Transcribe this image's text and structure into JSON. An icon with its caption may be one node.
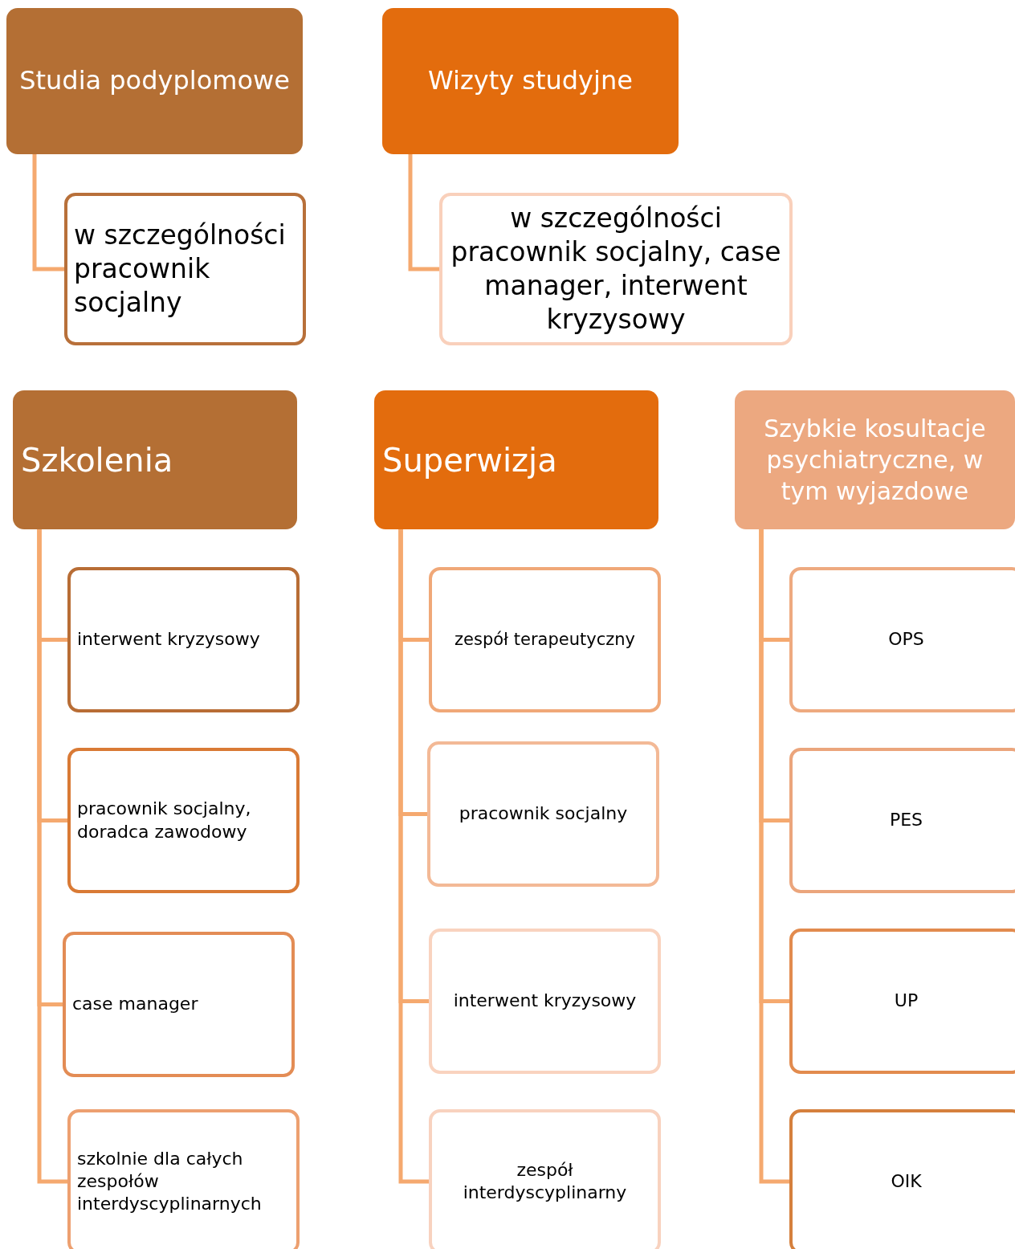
{
  "diagram": {
    "nodes": [
      {
        "text": [
          "Studia podyplomowe"
        ]
      },
      {
        "text": [
          "w  szczególności pracownik socjalny"
        ]
      },
      {
        "text": [
          "Wizyty studyjne"
        ]
      },
      {
        "text": [
          "w szczególności pracownik socjalny, case manager, interwent kryzysowy"
        ]
      },
      {
        "text": [
          "Szkolenia"
        ]
      },
      {
        "text": [
          "interwent kryzysowy"
        ]
      },
      {
        "text": [
          "pracownik socjalny, doradca zawodowy"
        ]
      },
      {
        "text": [
          "case manager"
        ]
      },
      {
        "text": [
          "szkolnie dla całych zespołów interdyscyplinarnych"
        ]
      },
      {
        "text": [
          "Superwizja"
        ]
      },
      {
        "text": [
          "zespół terapeutyczny"
        ]
      },
      {
        "text": [
          "pracownik socjalny"
        ]
      },
      {
        "text": [
          "interwent kryzysowy"
        ]
      },
      {
        "text": [
          "zespół interdyscyplinarny"
        ]
      },
      {
        "text": [
          "Szybkie kosultacje psychiatryczne, w tym wyjazdowe"
        ]
      },
      {
        "text": [
          "OPS"
        ]
      },
      {
        "text": [
          "PES"
        ]
      },
      {
        "text": [
          "UP"
        ]
      },
      {
        "text": [
          "OIK"
        ]
      }
    ],
    "edges": [
      {
        "from": 0,
        "to": 1,
        "arrow": "none"
      },
      {
        "from": 2,
        "to": 3,
        "arrow": "none"
      },
      {
        "from": 4,
        "to": 5,
        "arrow": "none"
      },
      {
        "from": 4,
        "to": 6,
        "arrow": "none"
      },
      {
        "from": 4,
        "to": 7,
        "arrow": "none"
      },
      {
        "from": 4,
        "to": 8,
        "arrow": "none"
      },
      {
        "from": 9,
        "to": 10,
        "arrow": "none"
      },
      {
        "from": 9,
        "to": 11,
        "arrow": "none"
      },
      {
        "from": 9,
        "to": 12,
        "arrow": "none"
      },
      {
        "from": 9,
        "to": 13,
        "arrow": "none"
      },
      {
        "from": 14,
        "to": 15,
        "arrow": "none"
      },
      {
        "from": 14,
        "to": 16,
        "arrow": "none"
      },
      {
        "from": 14,
        "to": 17,
        "arrow": "none"
      },
      {
        "from": 14,
        "to": 18,
        "arrow": "none"
      }
    ]
  }
}
